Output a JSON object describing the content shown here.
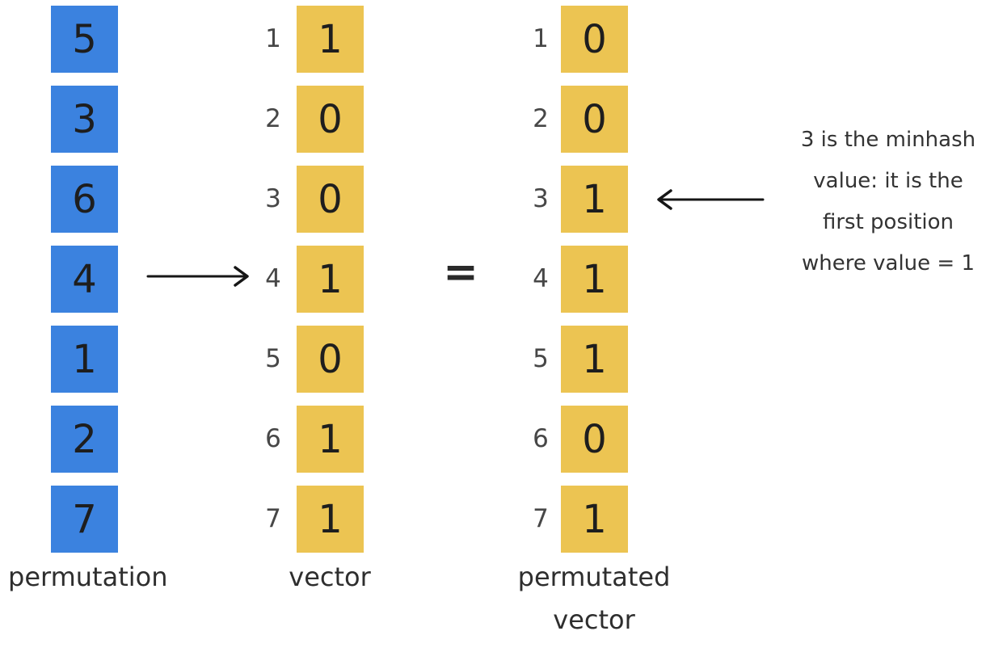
{
  "colors": {
    "permutation_blue": "#3b82df",
    "vector_yellow": "#ecc452",
    "ink": "#1f1f1f",
    "index_gray": "#474747"
  },
  "columns": {
    "permutation": {
      "label": "permutation",
      "values": [
        "5",
        "3",
        "6",
        "4",
        "1",
        "2",
        "7"
      ]
    },
    "vector": {
      "label": "vector",
      "indices": [
        "1",
        "2",
        "3",
        "4",
        "5",
        "6",
        "7"
      ],
      "values": [
        "1",
        "0",
        "0",
        "1",
        "0",
        "1",
        "1"
      ]
    },
    "permutated_vector": {
      "label_lines": [
        "permutated",
        "vector"
      ],
      "indices": [
        "1",
        "2",
        "3",
        "4",
        "5",
        "6",
        "7"
      ],
      "values": [
        "0",
        "0",
        "1",
        "1",
        "1",
        "0",
        "1"
      ]
    }
  },
  "equals_sign": "=",
  "annotation": {
    "lines": [
      "3 is the minhash",
      "value: it is the",
      "first position",
      "where value = 1"
    ]
  }
}
